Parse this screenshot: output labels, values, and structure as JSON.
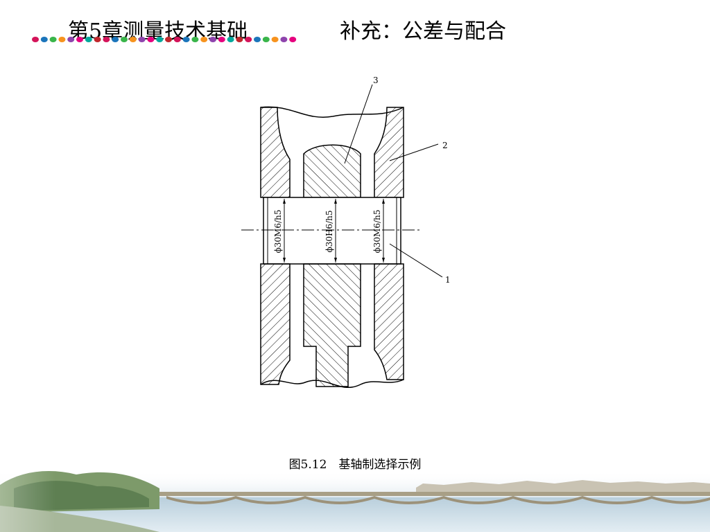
{
  "header": {
    "chapter_title": "第5章测量技术基础",
    "topic_title": "补充：公差与配合"
  },
  "figure": {
    "callouts": [
      "3",
      "2",
      "1"
    ],
    "dimensions": [
      "ϕ30M6/h5",
      "ϕ30H6/h5",
      "ϕ30M6/h5"
    ]
  },
  "caption": "图5.12　基轴制选择示例",
  "colors": {
    "dots": [
      "#d4145a",
      "#1b75bb",
      "#39b54a",
      "#f7931e",
      "#8e44ad",
      "#e6007e",
      "#00a99d",
      "#c1272d"
    ]
  }
}
